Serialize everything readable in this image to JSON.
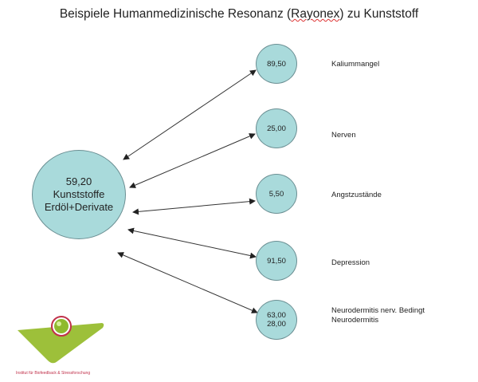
{
  "title": {
    "prefix": "Beispiele Humanmedizinische Resonanz (",
    "underlined": "Rayonex",
    "suffix": ") zu Kunststoff"
  },
  "center": {
    "value": "59,20",
    "line1": "Kunststoffe",
    "line2": "Erdöl+Derivate"
  },
  "items": [
    {
      "values": [
        "89,50"
      ],
      "label": [
        "Kaliummangel"
      ]
    },
    {
      "values": [
        "25,00"
      ],
      "label": [
        "Nerven"
      ]
    },
    {
      "values": [
        "5,50"
      ],
      "label": [
        "Angstzustände"
      ]
    },
    {
      "values": [
        "91,50"
      ],
      "label": [
        "Depression"
      ]
    },
    {
      "values": [
        "63,00",
        "28,00"
      ],
      "label": [
        "Neurodermitis nerv. Bedingt",
        "Neurodermitis"
      ]
    }
  ],
  "logo": {
    "text": "Institut für Biofeedback & Stressforschung"
  },
  "colors": {
    "node_fill": "#a9dadb",
    "node_border": "#6b8f93",
    "logo_green": "#9dc03a",
    "logo_red": "#c0304a"
  }
}
